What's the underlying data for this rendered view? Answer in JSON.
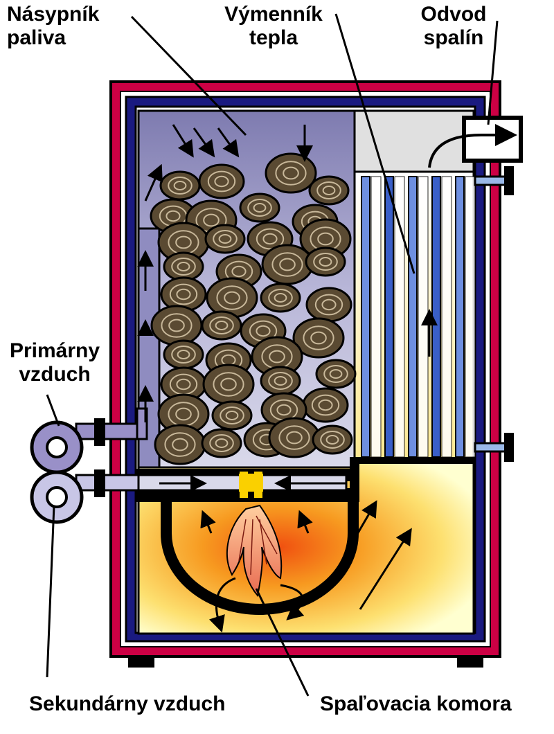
{
  "labels": {
    "fuel_hopper": "Násypník\npaliva",
    "heat_exchanger": "Výmenník\ntepla",
    "flue_gas_outlet": "Odvod\nspalín",
    "primary_air": "Primárny\nvzduch",
    "secondary_air": "Sekundárny vzduch",
    "combustion_chamber": "Spaľovacia komora"
  },
  "colors": {
    "outer_casing": "#cc0044",
    "water_jacket": "#1a1a80",
    "hopper_fill": "#8f8cc0",
    "fuel_wood": "#5a4a32",
    "chamber_fire": "#f5a020",
    "chamber_glow": "#ffffb0",
    "tube_blue": "#3a5fc8",
    "fan": "#9990c8"
  }
}
